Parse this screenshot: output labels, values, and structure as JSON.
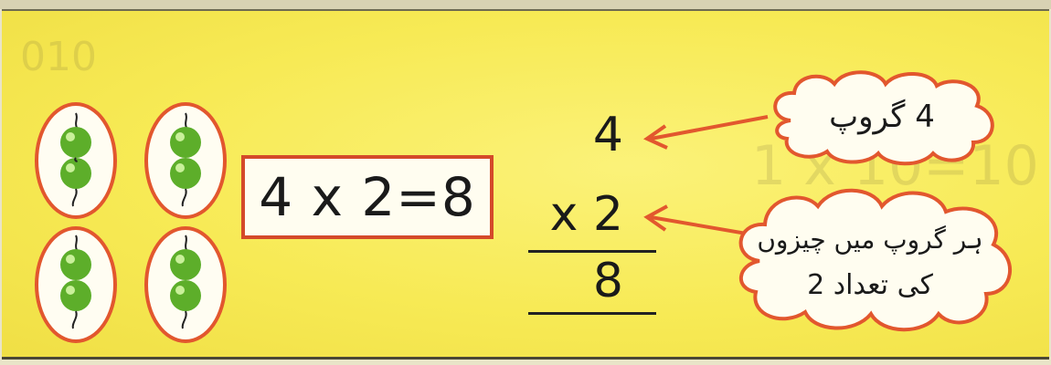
{
  "equation": {
    "text": "4 x 2=8"
  },
  "vertical_multiplication": {
    "top": "4",
    "multiplier": "x 2",
    "result": "8"
  },
  "callouts": {
    "groups": "4 گروپ",
    "per_group_line1": "ہر گروپ میں چیزوں",
    "per_group_line2": "کی تعداد 2"
  },
  "groups": [
    {
      "items": 2
    },
    {
      "items": 2
    },
    {
      "items": 2
    },
    {
      "items": 2
    }
  ],
  "colors": {
    "background": "#f7ea55",
    "accent_red": "#e2572e",
    "fruit_green": "#5dae2a"
  },
  "icons": [
    "green-fruit-icon",
    "arrow-icon",
    "cloud-callout-icon"
  ]
}
